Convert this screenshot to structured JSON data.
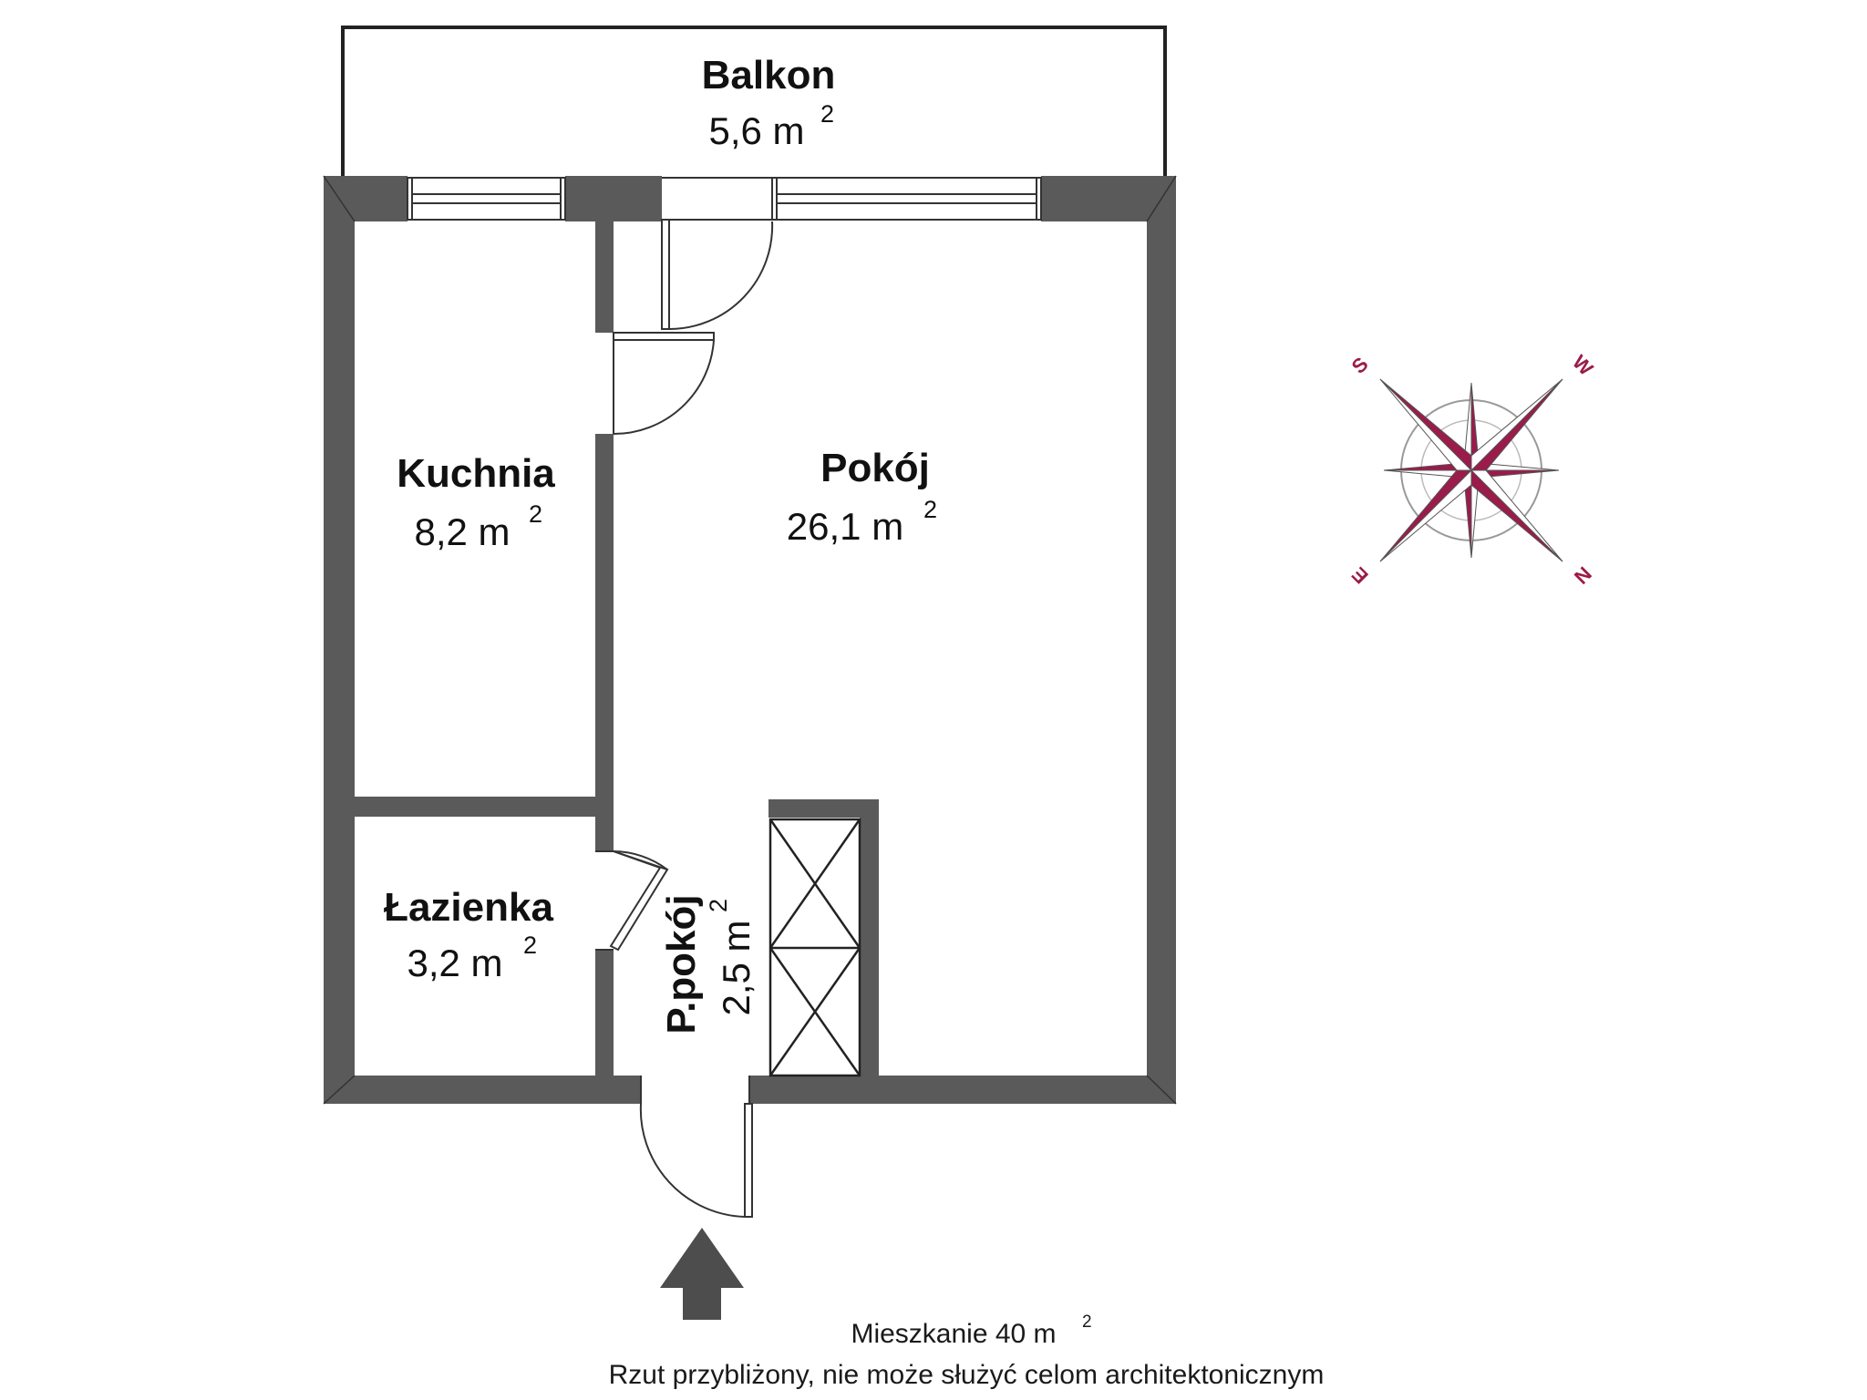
{
  "rooms": {
    "balkon": {
      "name": "Balkon",
      "area": "5,6 m",
      "unit_sup": "2"
    },
    "kuchnia": {
      "name": "Kuchnia",
      "area": "8,2 m",
      "unit_sup": "2"
    },
    "pokoj": {
      "name": "Pokój",
      "area": "26,1 m",
      "unit_sup": "2"
    },
    "lazienka": {
      "name": "Łazienka",
      "area": "3,2 m",
      "unit_sup": "2"
    },
    "przedpokoj": {
      "name": "P.pokój",
      "area": "2,5 m",
      "unit_sup": "2"
    }
  },
  "caption": {
    "total": "Mieszkanie 40 m",
    "total_sup": "2",
    "disclaimer": "Rzut przybliżony, nie może służyć celom architektonicznym"
  },
  "compass": {
    "labels": {
      "top_left": "S",
      "top_right": "W",
      "bottom_left": "E",
      "bottom_right": "N"
    },
    "color": "#9b1b4b"
  },
  "colors": {
    "wall": "#5a5a5a",
    "line": "#222222",
    "compass": "#9b1b4b",
    "entrance_arrow": "#4d4d4d"
  },
  "icons": {
    "entrance": "entrance-arrow-icon",
    "compass": "compass-rose-icon",
    "wardrobe": "wardrobe-icon"
  }
}
